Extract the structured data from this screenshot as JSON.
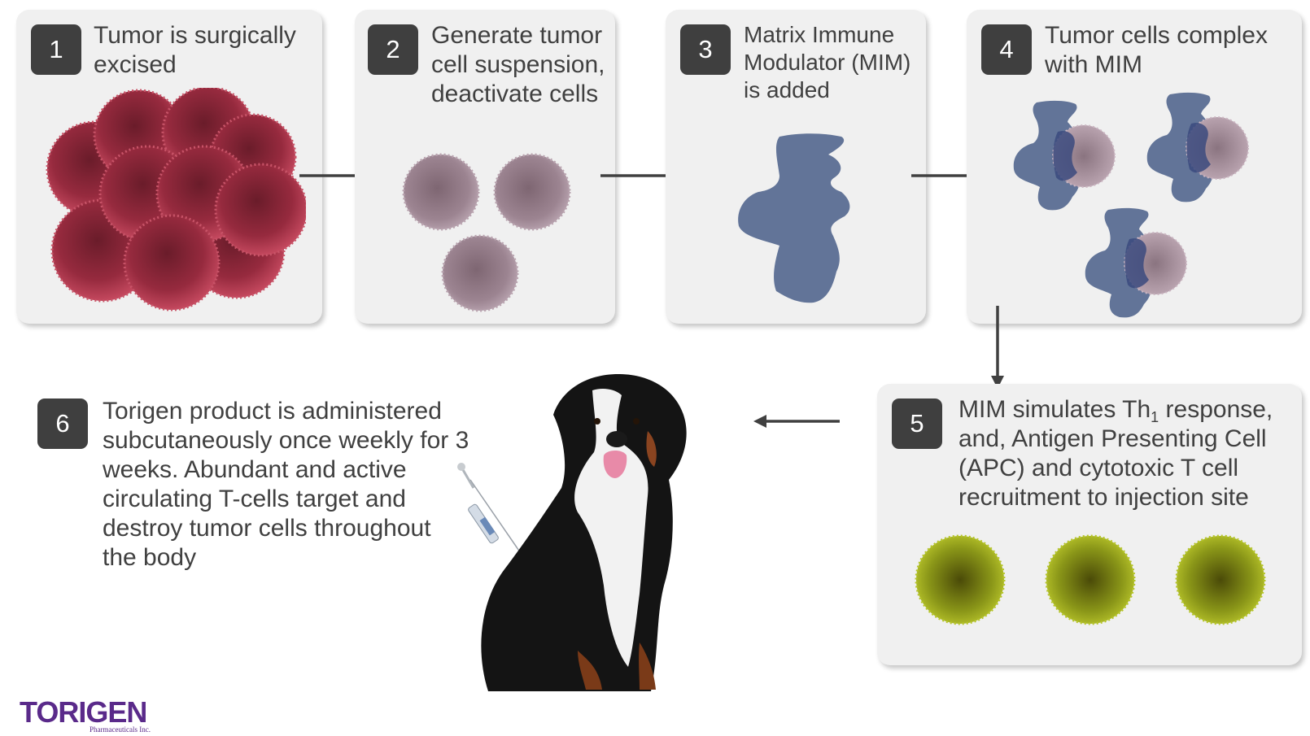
{
  "steps": [
    {
      "number": "1",
      "text": "Tumor is surgically\nexcised",
      "image": "tumor-cluster"
    },
    {
      "number": "2",
      "text": "Generate tumor\ncell suspension,\ndeactivate cells",
      "image": "deactivated-tumor-cells"
    },
    {
      "number": "3",
      "text": "Matrix Immune\nModulator (MIM)\nis added",
      "image": "mim-molecule"
    },
    {
      "number": "4",
      "text": "Tumor cells complex\nwith MIM",
      "image": "mim-tumor-complexes"
    },
    {
      "number": "5",
      "text_before": "MIM simulates Th",
      "subscript": "1",
      "text_after": " response,\nand, Antigen Presenting Cell\n(APC) and cytotoxic T cell\nrecruitment to injection site",
      "image": "t-cells"
    },
    {
      "number": "6",
      "text": "Torigen product is administered\nsubcutaneously once weekly for 3\nweeks.  Abundant and active\ncirculating T-cells target and\ndestroy tumor cells throughout\nthe body",
      "image": "dog-with-syringe"
    }
  ],
  "logo": {
    "brand": "TORIGEN",
    "subtitle": "Pharmaceuticals Inc."
  },
  "colors": {
    "card_bg": "#f0f0f0",
    "badge_bg": "#3f3f3f",
    "text": "#404040",
    "arrow": "#404040",
    "tumor": "#a8324a",
    "deactivated_cell": "#a08a96",
    "mim": "#627498",
    "t_cell": "#a8b820",
    "brand": "#5a2a8a"
  }
}
